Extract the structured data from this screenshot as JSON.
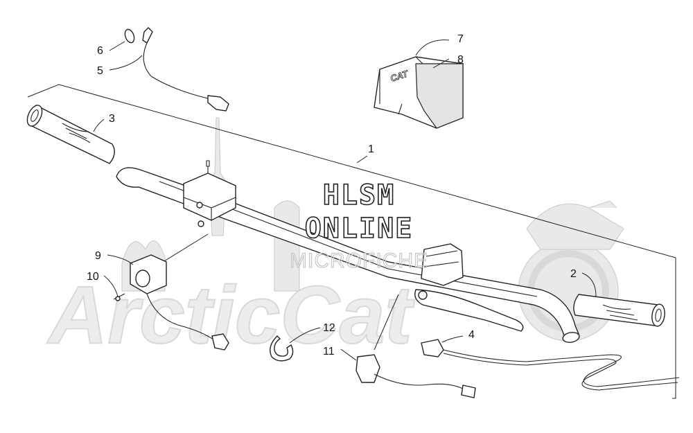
{
  "watermark": {
    "line1": "HLSM",
    "line2": "ONLINE",
    "line3": "MICROFICHE",
    "logo_text": "ArcticCat"
  },
  "decal_text": "CAT",
  "callouts": {
    "c1": "1",
    "c2": "2",
    "c3": "3",
    "c4": "4",
    "c5": "5",
    "c6": "6",
    "c7": "7",
    "c8": "8",
    "c9": "9",
    "c10": "10",
    "c11": "11",
    "c12": "12"
  },
  "colors": {
    "line": "#222222",
    "watermark_fill": "#e9e9e9"
  }
}
